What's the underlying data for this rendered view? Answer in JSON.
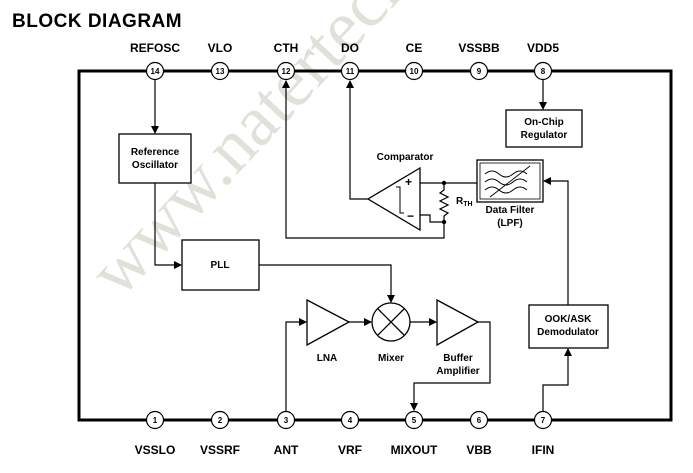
{
  "title": "BLOCK DIAGRAM",
  "watermark": "www.natertech",
  "pins_top": [
    {
      "num": "14",
      "label": "REFOSC"
    },
    {
      "num": "13",
      "label": "VLO"
    },
    {
      "num": "12",
      "label": "CTH"
    },
    {
      "num": "11",
      "label": "DO"
    },
    {
      "num": "10",
      "label": "CE"
    },
    {
      "num": "9",
      "label": "VSSBB"
    },
    {
      "num": "8",
      "label": "VDD5"
    }
  ],
  "pins_bottom": [
    {
      "num": "1",
      "label": "VSSLO"
    },
    {
      "num": "2",
      "label": "VSSRF"
    },
    {
      "num": "3",
      "label": "ANT"
    },
    {
      "num": "4",
      "label": "VRF"
    },
    {
      "num": "5",
      "label": "MIXOUT"
    },
    {
      "num": "6",
      "label": "VBB"
    },
    {
      "num": "7",
      "label": "IFIN"
    }
  ],
  "blocks": {
    "ref_osc": [
      "Reference",
      "Oscillator"
    ],
    "regulator": [
      "On-Chip",
      "Regulator"
    ],
    "pll": "PLL",
    "comparator": "Comparator",
    "rth": "R",
    "rth_sub": "TH",
    "data_filter": [
      "Data Filter",
      "(LPF)"
    ],
    "ook": [
      "OOK/ASK",
      "Demodulator"
    ],
    "lna": "LNA",
    "mixer": "Mixer",
    "buffer": [
      "Buffer",
      "Amplifier"
    ]
  }
}
